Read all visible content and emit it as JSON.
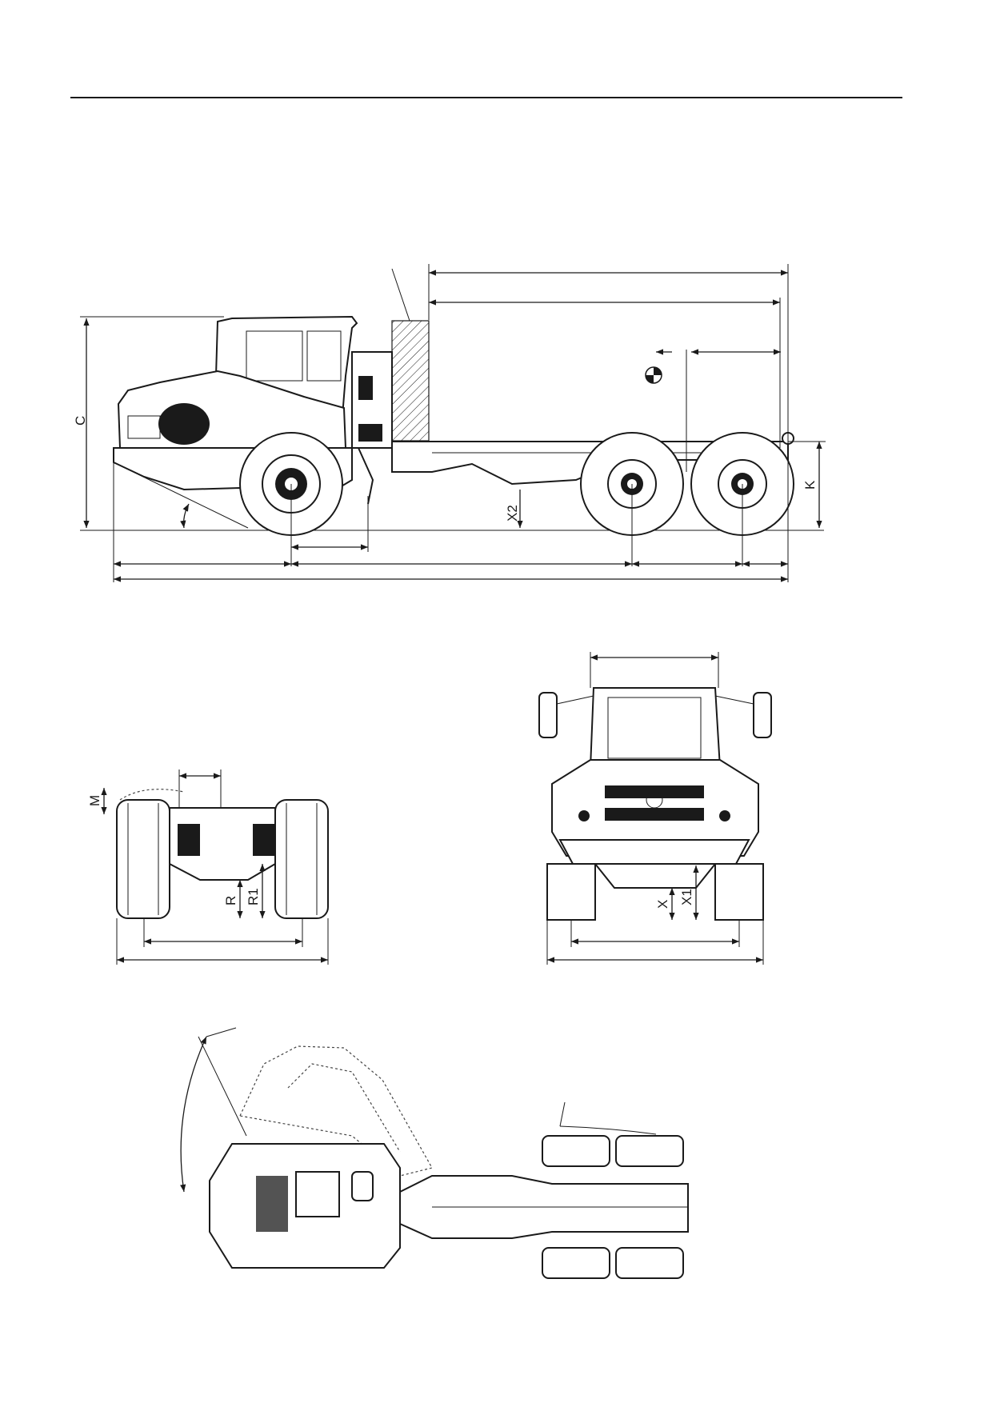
{
  "labels": {
    "C": "C",
    "K": "K",
    "X2": "X2",
    "M": "M",
    "R": "R",
    "R1": "R1",
    "X": "X",
    "X1": "X1"
  },
  "colors": {
    "line": "#1a1a1a",
    "background": "#ffffff"
  }
}
